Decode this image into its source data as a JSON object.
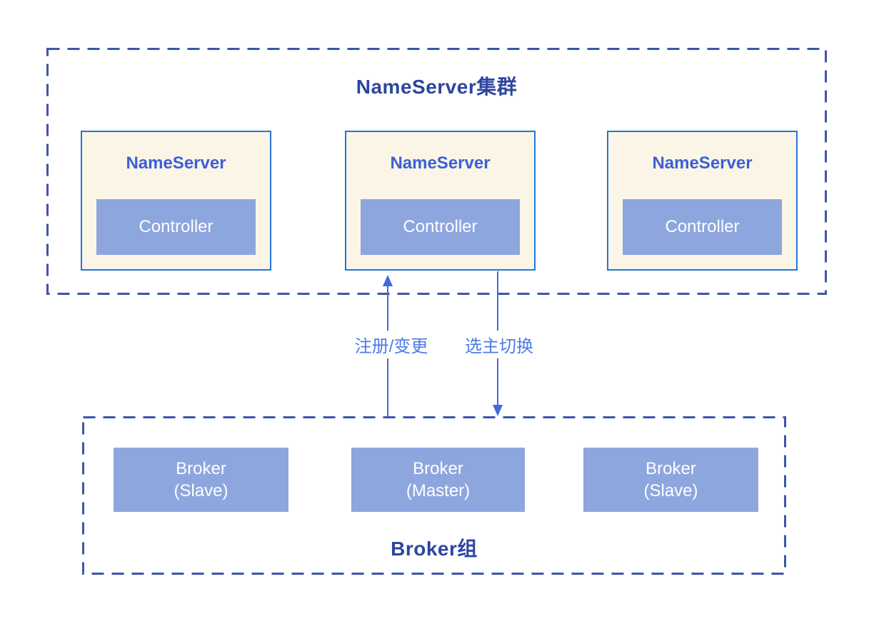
{
  "diagram": {
    "nameserver_cluster": {
      "title": "NameServer集群",
      "nodes": [
        {
          "label": "NameServer",
          "child_label": "Controller"
        },
        {
          "label": "NameServer",
          "child_label": "Controller"
        },
        {
          "label": "NameServer",
          "child_label": "Controller"
        }
      ]
    },
    "arrows": [
      {
        "label": "注册/变更",
        "direction": "up",
        "from": "Broker组",
        "to": "NameServer集群"
      },
      {
        "label": "选主切换",
        "direction": "down",
        "from": "NameServer集群",
        "to": "Broker组"
      }
    ],
    "broker_group": {
      "title": "Broker组",
      "nodes": [
        {
          "line1": "Broker",
          "line2": "(Slave)"
        },
        {
          "line1": "Broker",
          "line2": "(Master)"
        },
        {
          "line1": "Broker",
          "line2": "(Slave)"
        }
      ]
    },
    "colors": {
      "dashed_border": "#3D56A8",
      "node_border": "#2177D8",
      "node_fill": "#FAF5E6",
      "accent_fill": "#8EA6DE",
      "node_label_text": "#3B5FD9",
      "group_title_text": "#2E459E",
      "arrow": "#4169E0",
      "arrow_label_text": "#4D7BE8"
    }
  }
}
